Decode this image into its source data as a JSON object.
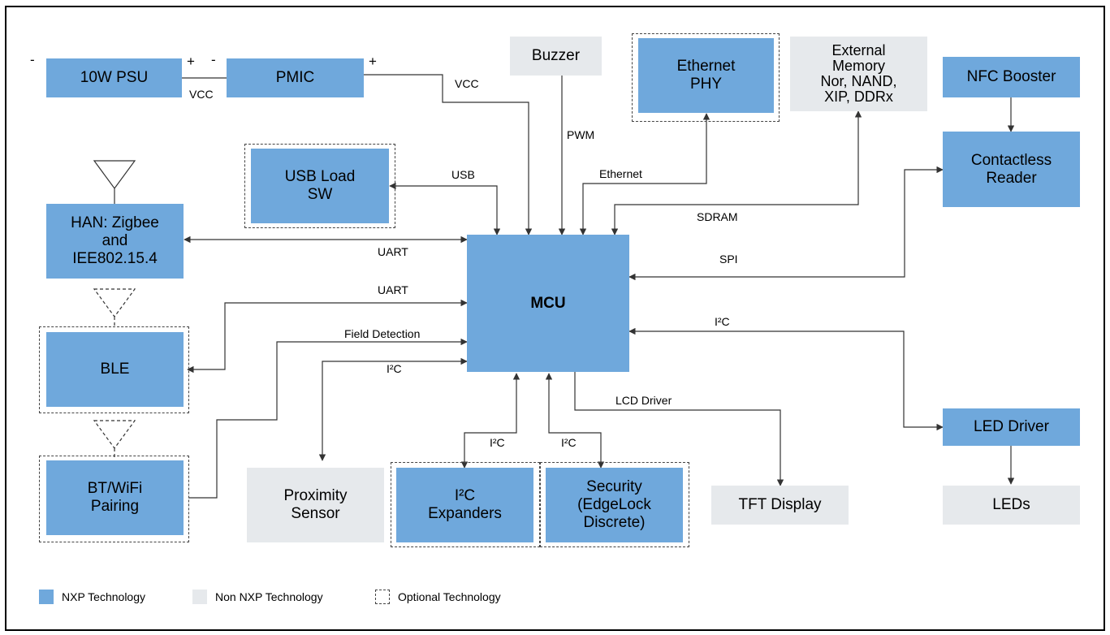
{
  "colors": {
    "nxp": "#6fa8dc",
    "non_nxp": "#e6e9ec",
    "line": "#333333",
    "frame": "#000000"
  },
  "blocks": {
    "psu": "10W PSU",
    "pmic": "PMIC",
    "buzzer": "Buzzer",
    "ethernet_phy": "Ethernet\nPHY",
    "external_memory": "External\nMemory\nNor, NAND,\nXIP, DDRx",
    "nfc_booster": "NFC Booster",
    "contactless_reader": "Contactless\nReader",
    "usb_load_sw": "USB Load\nSW",
    "han": "HAN: Zigbee\nand\nIEE802.15.4",
    "mcu": "MCU",
    "ble": "BLE",
    "bt_wifi": "BT/WiFi\nPairing",
    "proximity_sensor": "Proximity\nSensor",
    "i2c_expanders": "I²C\nExpanders",
    "security": "Security\n(EdgeLock\nDiscrete)",
    "tft_display": "TFT Display",
    "led_driver": "LED Driver",
    "leds": "LEDs"
  },
  "labels": {
    "psu_minus": "-",
    "psu_plus": "+",
    "pmic_minus": "-",
    "pmic_plus": "+",
    "vcc_psu": "VCC",
    "vcc_pmic": "VCC",
    "pwm": "PWM",
    "ethernet": "Ethernet",
    "usb": "USB",
    "sdram": "SDRAM",
    "uart_han": "UART",
    "spi": "SPI",
    "uart_ble": "UART",
    "field_detection": "Field Detection",
    "i2c_prox": "I²C",
    "i2c_led": "I²C",
    "lcd_driver": "LCD Driver",
    "i2c_expanders": "I²C",
    "i2c_security": "I²C"
  },
  "legend": {
    "nxp": "NXP Technology",
    "non_nxp": "Non NXP Technology",
    "optional": "Optional Technology"
  }
}
